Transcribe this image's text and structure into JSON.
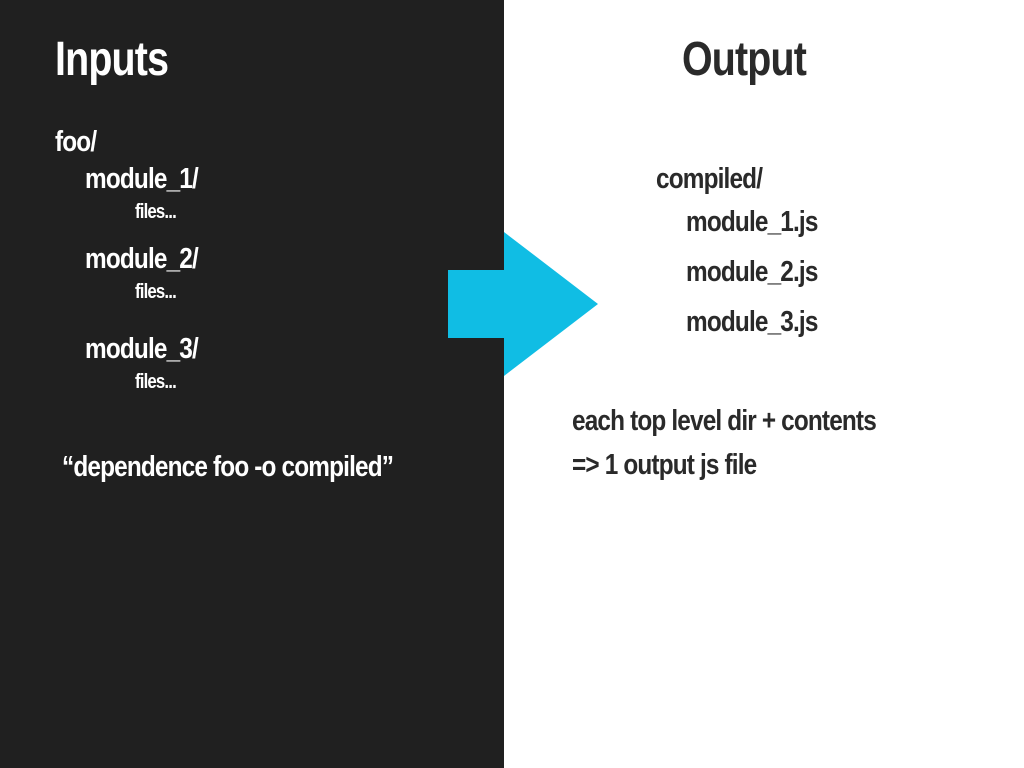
{
  "inputs": {
    "title": "Inputs",
    "root": "foo/",
    "modules": [
      {
        "name": "module_1/",
        "files": "files..."
      },
      {
        "name": "module_2/",
        "files": "files..."
      },
      {
        "name": "module_3/",
        "files": "files..."
      }
    ],
    "command": "“dependence foo -o compiled”"
  },
  "output": {
    "title": "Output",
    "root": "compiled/",
    "files": [
      "module_1.js",
      "module_2.js",
      "module_3.js"
    ],
    "note_line_1": "each top level dir + contents",
    "note_line_2": "=> 1 output js file"
  },
  "colors": {
    "left_bg": "#202020",
    "right_bg": "#ffffff",
    "arrow": "#10bde4",
    "light_text": "#ffffff",
    "dark_text": "#2a2a2a"
  },
  "icons": {
    "arrow": "arrow-right-icon"
  }
}
